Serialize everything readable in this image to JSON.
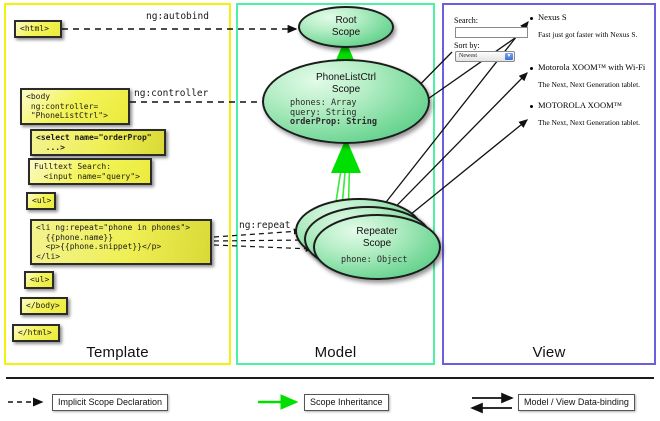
{
  "columns": [
    {
      "key": "template",
      "label": "Template",
      "color": "#f2f20c"
    },
    {
      "key": "model",
      "label": "Model",
      "color": "#4ef0a4"
    },
    {
      "key": "view",
      "label": "View",
      "color": "#6b5fe0"
    }
  ],
  "template": {
    "boxes": [
      {
        "name": "html-open-box",
        "text": "<html>"
      },
      {
        "name": "body-controller-box",
        "text": "<body\n ng:controller=\n \"PhoneListCtrl\">"
      },
      {
        "name": "select-orderprop-box",
        "text": "<select name=\"orderProp\"\n  ...>"
      },
      {
        "name": "fulltext-search-box",
        "text": "Fulltext Search:\n  <input name=\"query\">"
      },
      {
        "name": "ul-open-box",
        "text": "<ul>"
      },
      {
        "name": "li-ngrepeat-box",
        "text": "<li ng:repeat=\"phone in phones\">\n  {{phone.name}}\n  <p>{{phone.snippet}}</p>\n</li>"
      },
      {
        "name": "ul-close-box",
        "text": "<ul>"
      },
      {
        "name": "body-close-box",
        "text": "</body>"
      },
      {
        "name": "html-close-box",
        "text": "</html>"
      }
    ]
  },
  "connectors": {
    "ng_autobind": "ng:autobind",
    "ng_controller": "ng:controller",
    "ng_repeat": "ng:repeat"
  },
  "model": {
    "root_scope": {
      "title_line1": "Root",
      "title_line2": "Scope"
    },
    "phonelist_scope": {
      "title_line1": "PhoneListCtrl",
      "title_line2": "Scope",
      "props": [
        "phones: Array",
        "query: String"
      ],
      "props_bold": [
        "orderProp: String"
      ]
    },
    "repeater_scope": {
      "title_line1": "Repeater",
      "title_line2": "Scope",
      "props": [
        "phone: Object"
      ]
    }
  },
  "view": {
    "search_label": "Search:",
    "search_value": "",
    "sort_label": "Sort by:",
    "sort_selected": "Newest",
    "sort_options": [
      "Newest"
    ],
    "phones": [
      {
        "name": "Nexus S",
        "snippet": "Fast just got faster with Nexus S."
      },
      {
        "name": "Motorola XOOM™ with Wi-Fi",
        "snippet": "The Next, Next Generation tablet."
      },
      {
        "name": "MOTOROLA XOOM™",
        "snippet": "The Next, Next Generation tablet."
      }
    ]
  },
  "legend": [
    {
      "key": "implicit",
      "label": "Implicit Scope Declaration",
      "style": "dashed-arrow",
      "color": "#1a1a1a"
    },
    {
      "key": "inheritance",
      "label": "Scope Inheritance",
      "style": "solid-arrow",
      "color": "#00e000"
    },
    {
      "key": "databinding",
      "label": "Model / View Data-binding",
      "style": "double-arrow",
      "color": "#1a1a1a"
    }
  ]
}
